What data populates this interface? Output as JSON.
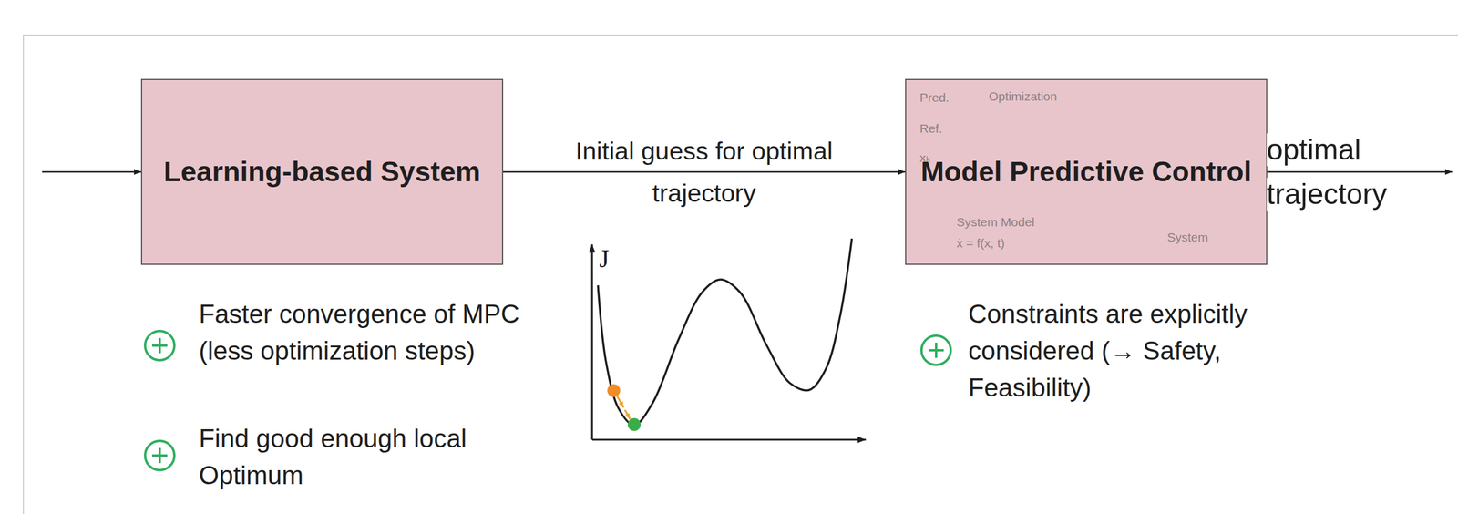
{
  "diagram": {
    "nodes": [
      {
        "text": [
          "Learning-based System"
        ]
      },
      {
        "text": [
          "Model Predictive Control"
        ]
      }
    ],
    "edges": [
      {
        "from": 0,
        "to": 1,
        "arrow": "to",
        "label": "Initial guess for optimal trajectory"
      }
    ],
    "labels": [
      "optimal trajectory",
      "Faster convergence of MPC (less optimization steps)",
      "Find good enough local Optimum",
      "J",
      "Constraints are explicitly considered (→ Safety, Feasibility)",
      "Pred.",
      "Ref.",
      "xₖ",
      "Optimization",
      "System",
      "System Model",
      "ẋ = f(x, t)"
    ]
  }
}
